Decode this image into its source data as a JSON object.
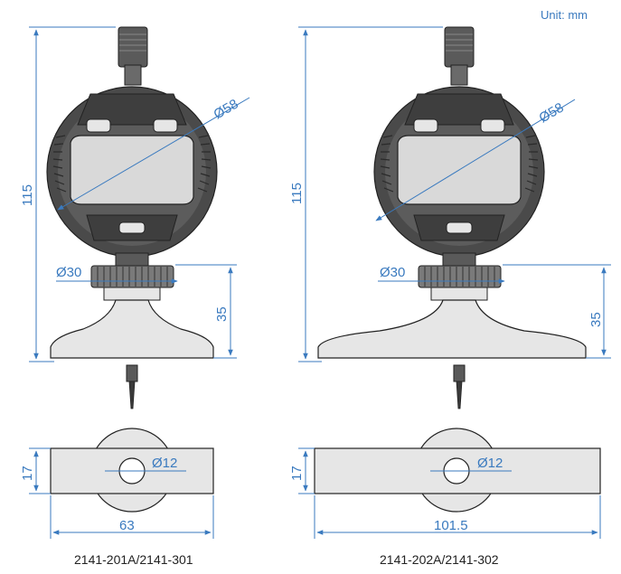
{
  "unit_label": "Unit: mm",
  "colors": {
    "dimension": "#3a7abf",
    "body_dark": "#4a4a4a",
    "body_light": "#e6e6e6",
    "outline": "#222222"
  },
  "models": [
    {
      "caption": "2141-201A/2141-301",
      "height": "115",
      "dial_diameter": "Ø58",
      "stem_diameter": "Ø30",
      "base_height": "35",
      "base_thickness": "17",
      "base_width": "63",
      "probe_diameter": "Ø12"
    },
    {
      "caption": "2141-202A/2141-302",
      "height": "115",
      "dial_diameter": "Ø58",
      "stem_diameter": "Ø30",
      "base_height": "35",
      "base_thickness": "17",
      "base_width": "101.5",
      "probe_diameter": "Ø12"
    }
  ]
}
